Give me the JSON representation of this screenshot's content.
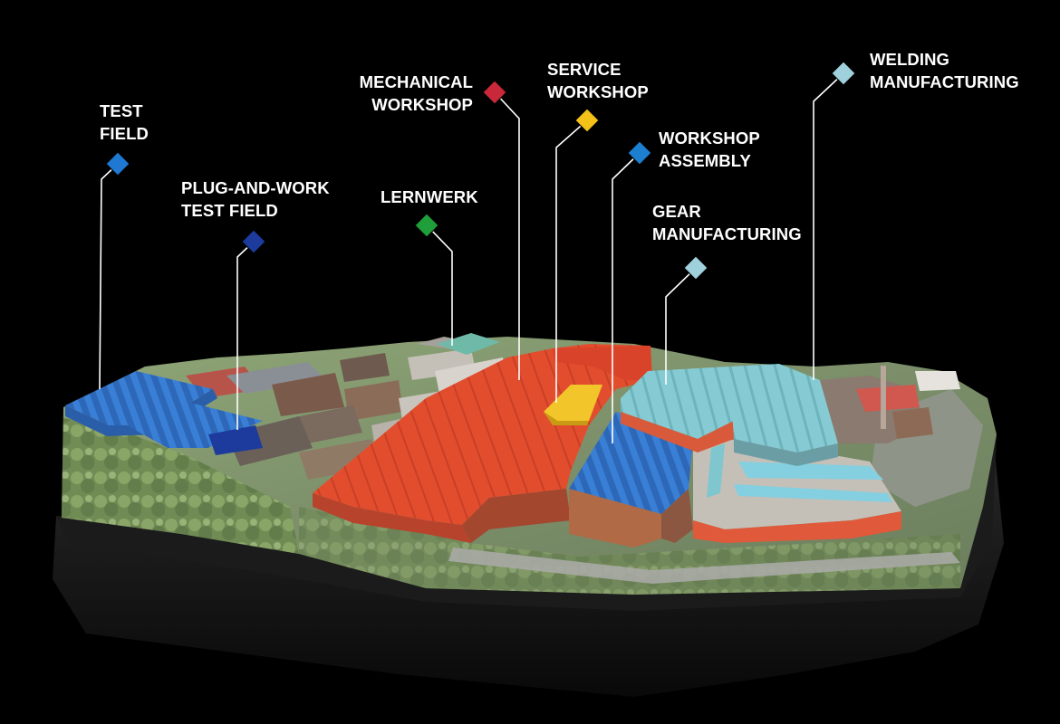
{
  "labels": [
    {
      "id": "test-field",
      "lines": [
        "TEST",
        "FIELD"
      ],
      "color": "#1f78d1"
    },
    {
      "id": "plug-and-work-test-field",
      "lines": [
        "PLUG-AND-WORK",
        "TEST FIELD"
      ],
      "color": "#1c3b9c"
    },
    {
      "id": "lernwerk",
      "lines": [
        "LERNWERK"
      ],
      "color": "#1f9e3a"
    },
    {
      "id": "mechanical-workshop",
      "lines": [
        "MECHANICAL",
        "WORKSHOP"
      ],
      "color": "#c8283a"
    },
    {
      "id": "service-workshop",
      "lines": [
        "SERVICE",
        "WORKSHOP"
      ],
      "color": "#f3c117"
    },
    {
      "id": "workshop-assembly",
      "lines": [
        "WORKSHOP",
        "ASSEMBLY"
      ],
      "color": "#1d7fd0"
    },
    {
      "id": "gear-manufacturing",
      "lines": [
        "GEAR",
        "MANUFACTURING"
      ],
      "color": "#9fd1dc"
    },
    {
      "id": "welding-manufacturing",
      "lines": [
        "WELDING",
        "MANUFACTURING"
      ],
      "color": "#9fd1dc"
    }
  ],
  "colors": {
    "background": "#000000",
    "mechanical_zone": "#e04a2c",
    "assembly_zone": "#2f6fc9",
    "test_field_zone": "#3a7fd6",
    "service_zone": "#f2c52a",
    "welding_zone": "#7fc6cf",
    "lernwerk_zone": "#6fb9a8",
    "greenery": "#7f9a63",
    "road": "#a9aaa4"
  }
}
